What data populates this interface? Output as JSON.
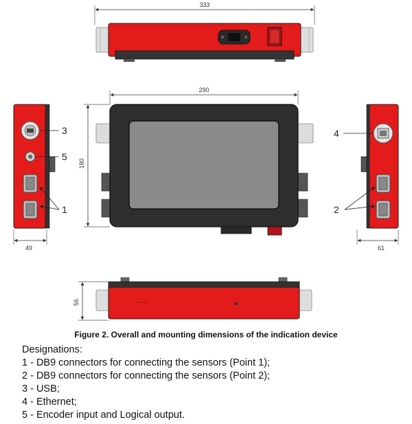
{
  "dimensions": {
    "top_width": "333",
    "front_width": "290",
    "front_height": "180",
    "left_depth": "49",
    "right_depth": "61",
    "bottom_height": "56"
  },
  "callouts": {
    "usb": "3",
    "encoder": "5",
    "db9_left": "1",
    "ethernet": "4",
    "db9_right": "2"
  },
  "caption": "Figure 2. Overall and mounting dimensions of the indication device",
  "designations": {
    "title": "Designations:",
    "items": [
      "1 - DB9 connectors for connecting the sensors (Point 1);",
      "2 - DB9 connectors for connecting the sensors (Point 2);",
      "3 - USB;",
      "4 - Ethernet;",
      "5 - Encoder input and Logical output."
    ]
  },
  "colors": {
    "housing_red": "#e31b1b",
    "panel_dark": "#2f2f2f",
    "screen_gray": "#8a8a8a",
    "connector_gray": "#d9d9d9"
  }
}
